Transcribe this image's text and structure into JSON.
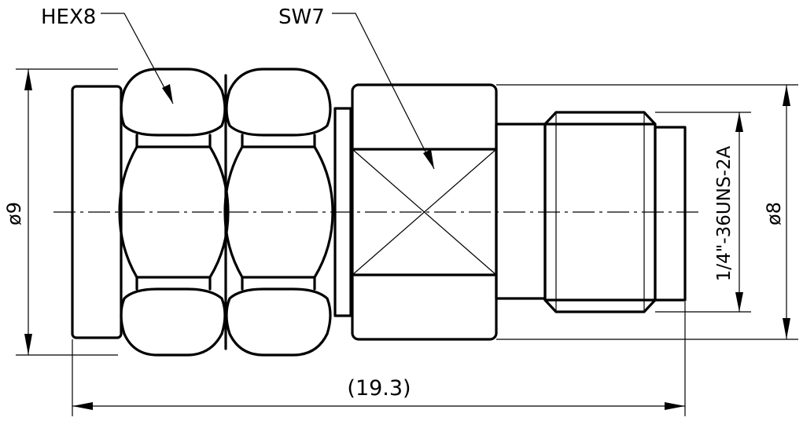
{
  "labels": {
    "hex": "HEX8",
    "sw": "SW7",
    "left_diameter": "ø9",
    "right_diameter": "ø8",
    "thread": "1/4\"-36UNS-2A",
    "length": "(19.3)"
  },
  "colors": {
    "line": "#000000",
    "background": "#ffffff"
  }
}
